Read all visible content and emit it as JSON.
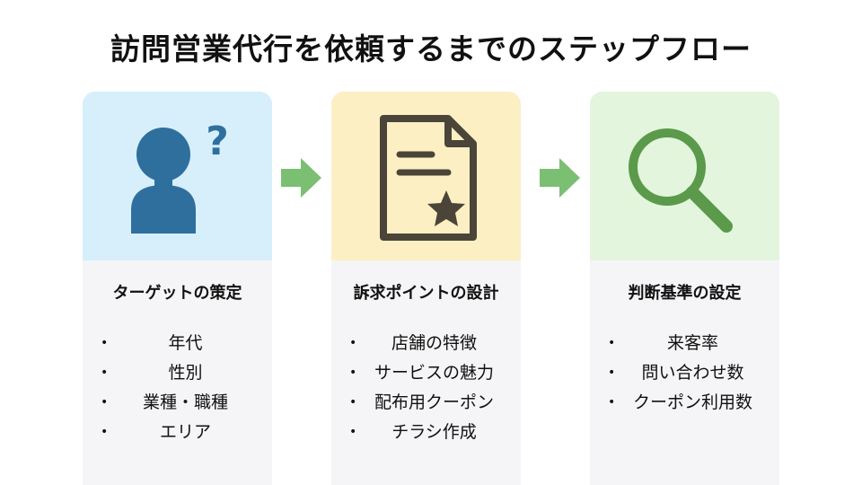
{
  "title": "訪問営業代行を依頼するまでのステップフロー",
  "colors": {
    "card1_top": "#d6effb",
    "card2_top": "#fcefc4",
    "card3_top": "#e3f5dc",
    "card_body": "#f5f5f7",
    "arrow": "#7bbf73",
    "person_icon": "#2f6f9e",
    "document_icon": "#4a4538",
    "search_icon": "#5a9a4a"
  },
  "steps": [
    {
      "icon": "person-question-icon",
      "heading": "ターゲットの策定",
      "items": [
        "年代",
        "性別",
        "業種・職種",
        "エリア"
      ]
    },
    {
      "icon": "document-star-icon",
      "heading": "訴求ポイントの設計",
      "items": [
        "店舗の特徴",
        "サービスの魅力",
        "配布用クーポン",
        "チラシ作成"
      ]
    },
    {
      "icon": "magnifier-icon",
      "heading": "判断基準の設定",
      "items": [
        "来客率",
        "問い合わせ数",
        "クーポン利用数"
      ]
    }
  ],
  "bullet": "•"
}
